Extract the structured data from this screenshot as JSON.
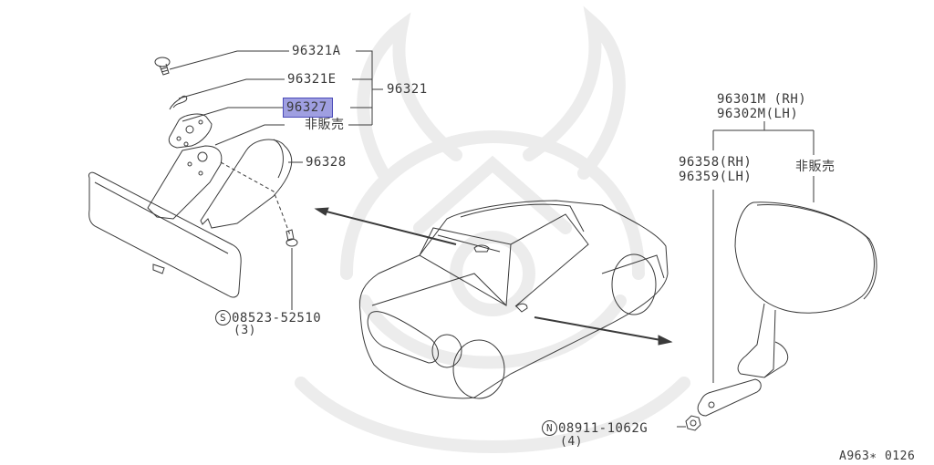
{
  "diagram": {
    "watermark": "samurai-helmet-watermark",
    "highlight_color": "#5050c8",
    "line_color": "#3a3a3a",
    "figure_code": "A963∗ 0126"
  },
  "inner_mirror_group": {
    "assembly_part": "96321",
    "components": [
      {
        "part": "96321A",
        "item": "screw"
      },
      {
        "part": "96321E",
        "item": "wire"
      },
      {
        "part": "96327",
        "item": "base",
        "highlighted": true
      },
      {
        "part": "非販売",
        "item": "mount arm (not sold separately)"
      }
    ],
    "cover_part": "96328",
    "screw": {
      "symbol": "S",
      "part": "08523-52510",
      "qty": "(3)"
    }
  },
  "door_mirror_group": {
    "assembly_parts": [
      "96301M (RH)",
      "96302M(LH)"
    ],
    "components": [
      {
        "part": "96358(RH)"
      },
      {
        "part": "96359(LH)"
      },
      {
        "part": "非販売"
      }
    ],
    "nut": {
      "symbol": "N",
      "part": "08911-1062G",
      "qty": "(4)"
    }
  }
}
